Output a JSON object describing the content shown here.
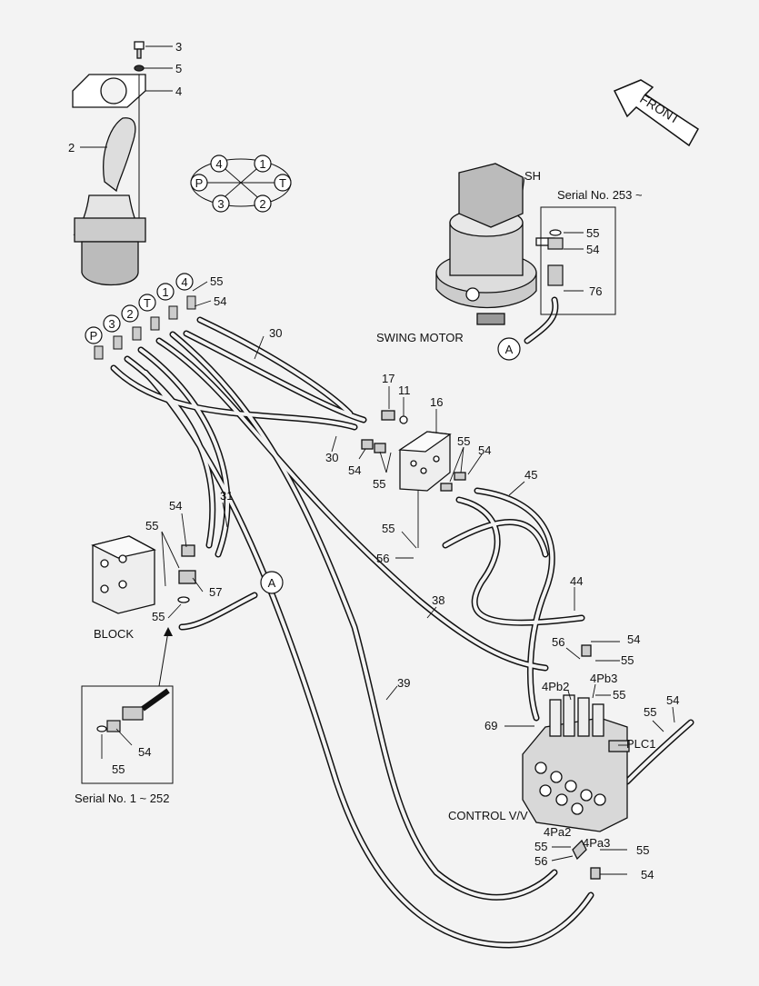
{
  "front": "FRONT",
  "port_circles": {
    "p": "P",
    "t": "T",
    "n1": "1",
    "n2": "2",
    "n3": "3",
    "n4": "4",
    "a": "A"
  },
  "captions": {
    "swing_motor": "SWING MOTOR",
    "block": "BLOCK",
    "control_valve": "CONTROL V/V",
    "serial_new": "Serial No. 253 ~",
    "serial_old": "Serial No. 1 ~ 252",
    "sh": "SH",
    "plc1": "PLC1",
    "pb2": "4Pb2",
    "pb3": "4Pb3",
    "pa2": "4Pa2",
    "pa3": "4Pa3"
  },
  "callouts": {
    "n2": "2",
    "n3": "3",
    "n4": "4",
    "n5": "5",
    "n11": "11",
    "n16": "16",
    "n17": "17",
    "n30": "30",
    "n31": "31",
    "n38": "38",
    "n39": "39",
    "n44": "44",
    "n45": "45",
    "n54": "54",
    "n55": "55",
    "n56": "56",
    "n57": "57",
    "n69": "69",
    "n76": "76"
  }
}
